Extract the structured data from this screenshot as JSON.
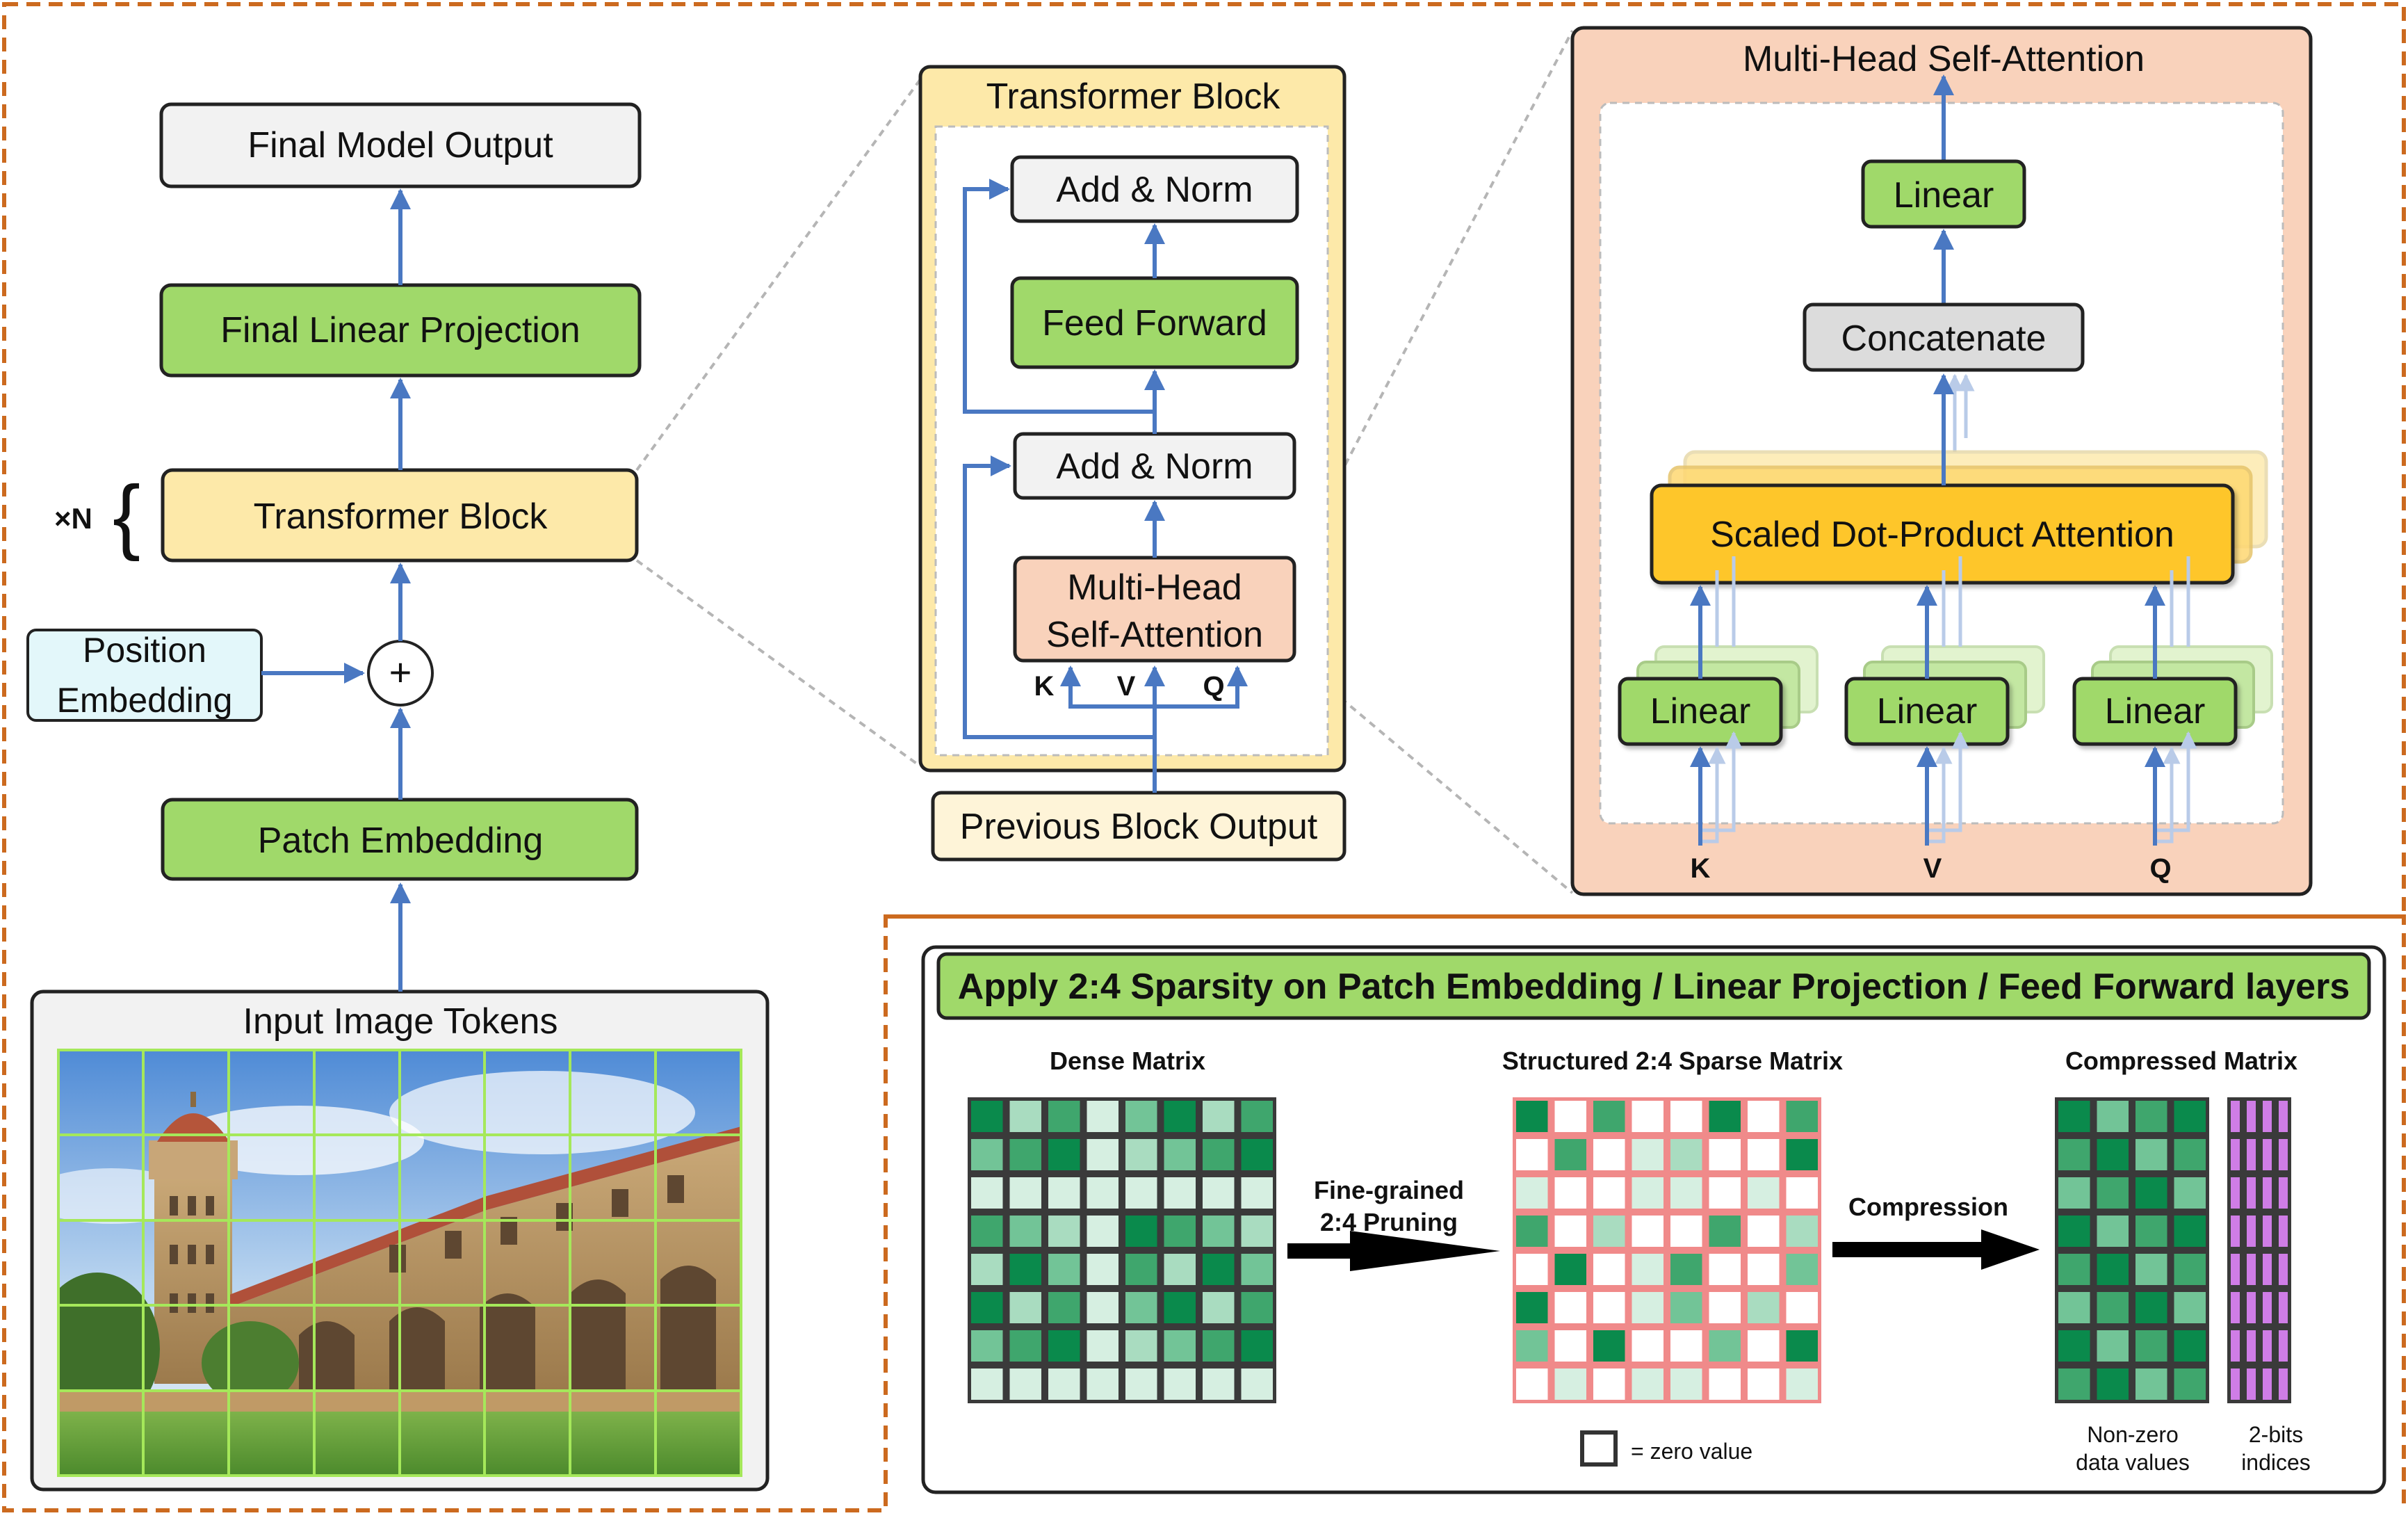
{
  "pipeline": {
    "final_output": "Final Model Output",
    "final_linear": "Final Linear Projection",
    "repeat_label": "×N",
    "transformer_block": "Transformer Block",
    "position_embedding_line1": "Position",
    "position_embedding_line2": "Embedding",
    "add_symbol": "+",
    "patch_embedding": "Patch Embedding",
    "input_tokens": "Input Image Tokens"
  },
  "transformer_block": {
    "title": "Transformer Block",
    "add_norm_top": "Add & Norm",
    "feed_forward": "Feed Forward",
    "add_norm_bottom": "Add & Norm",
    "mhsa_line1": "Multi-Head",
    "mhsa_line2": "Self-Attention",
    "k": "K",
    "v": "V",
    "q": "Q",
    "previous_output": "Previous Block Output"
  },
  "mhsa": {
    "title": "Multi-Head Self-Attention",
    "linear_top": "Linear",
    "concatenate": "Concatenate",
    "sdpa": "Scaled Dot-Product Attention",
    "linear_k": "Linear",
    "linear_v": "Linear",
    "linear_q": "Linear",
    "k": "K",
    "v": "V",
    "q": "Q"
  },
  "sparsity": {
    "banner": "Apply 2:4 Sparsity on Patch Embedding / Linear Projection / Feed Forward layers",
    "dense_title": "Dense Matrix",
    "sparse_title": "Structured 2:4 Sparse Matrix",
    "compressed_title": "Compressed Matrix",
    "prune_line1": "Fine-grained",
    "prune_line2": "2:4 Pruning",
    "compression": "Compression",
    "zero_legend": "= zero value",
    "nonzero_line1": "Non-zero",
    "nonzero_line2": "data values",
    "indices_line1": "2-bits",
    "indices_line2": "indices"
  },
  "colors": {
    "green_box": "#a0d96a",
    "yellow_box": "#fde9a9",
    "peach_box": "#f9d2bb",
    "gold_box": "#fec62a",
    "gray_box": "#dcdcdc",
    "light_box": "#f2f2f2",
    "cyan_box": "#e3f7fa",
    "arrow_blue": "#4a78c2",
    "dashed_orange": "#cc6a1f",
    "index_purple": "#cf7de6"
  }
}
